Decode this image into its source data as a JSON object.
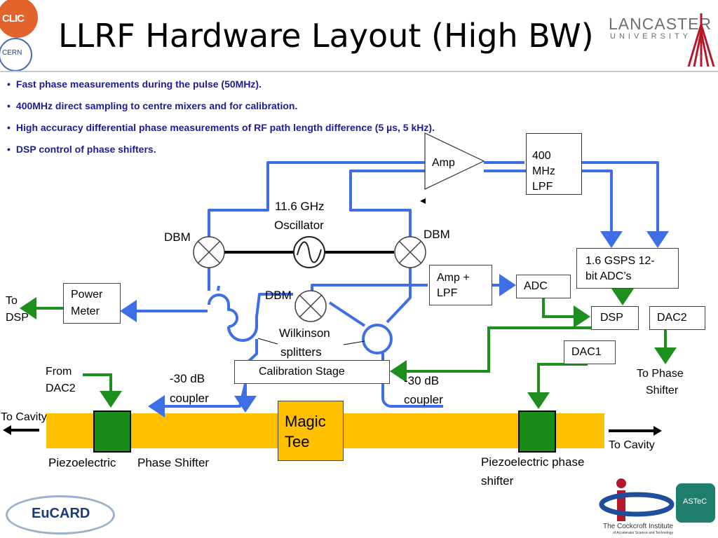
{
  "header": {
    "title": "LLRF Hardware Layout (High BW)",
    "logo_clic": "CLIC",
    "logo_cern": "CERN",
    "logo_lancaster_line1": "LANCASTER",
    "logo_lancaster_line2": "UNIVERSITY"
  },
  "bullets": [
    "Fast phase measurements during the pulse (50MHz).",
    "400MHz direct sampling to centre mixers and for calibration.",
    "High accuracy differential phase measurements of RF path length difference (5 µs, 5 kHz).",
    "DSP control of phase shifters."
  ],
  "diagram": {
    "amp": "Amp",
    "lpf_line1": "400",
    "lpf_line2": "MHz",
    "lpf_line3": "LPF",
    "oscillator_line1": "11.6 GHz",
    "oscillator_line2": "Oscillator",
    "dbm_left": "DBM",
    "dbm_right": "DBM",
    "dbm_center": "DBM",
    "adcs_line1": "1.6 GSPS 12-",
    "adcs_line2": "bit ADC’s",
    "amp_lpf_line1": "Amp +",
    "amp_lpf_line2": "LPF",
    "adc": "ADC",
    "dsp": "DSP",
    "dac2": "DAC2",
    "dac1": "DAC1",
    "power_meter_line1": "Power",
    "power_meter_line2": "Meter",
    "to_dsp_line1": "To",
    "to_dsp_line2": "DSP",
    "wilkinson_line1": "Wilkinson",
    "wilkinson_line2": "splitters",
    "calibration_stage": "Calibration Stage",
    "from_dac2_line1": "From",
    "from_dac2_line2": "DAC2",
    "coupler_left_line1": "-30 dB",
    "coupler_left_line2": "coupler",
    "coupler_right_line1": "-30 dB",
    "coupler_right_line2": "coupler",
    "to_phase_shifter_line1": "To Phase",
    "to_phase_shifter_line2": "Shifter",
    "magic_tee_line1": "Magic",
    "magic_tee_line2": "Tee",
    "to_cavity_left": "To Cavity",
    "to_cavity_right": "To Cavity",
    "piezo_left_a": "Piezoelectric",
    "piezo_left_b": "Phase Shifter",
    "piezo_right_line1": "Piezoelectric phase",
    "piezo_right_line2": "shifter"
  },
  "footer": {
    "logo_eucard": "EuCARD",
    "logo_astec": "ASTeC",
    "cockcroft_line1": "The Cockcroft Institute",
    "cockcroft_line2": "of Accelerator Science and Technology"
  },
  "colors": {
    "signal_blue": "#3f6fe6",
    "control_green": "#1e8f1e",
    "waveguide_yellow": "#ffc000",
    "bullet_text": "#1c1c94"
  }
}
